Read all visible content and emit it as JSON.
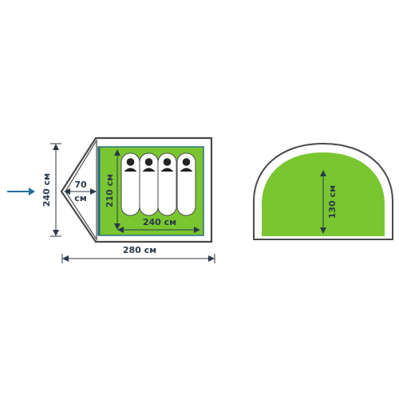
{
  "floor_plan": {
    "total_length": "280 см",
    "total_width": "240 см",
    "vestibule_depth": "70",
    "vestibule_unit": "см",
    "inner_length": "240 см",
    "inner_width": "210 см",
    "sleeping_places": 4
  },
  "front_view": {
    "height": "130 см"
  },
  "colors": {
    "tent_green": "#79c631",
    "outline": "#4a4a4a",
    "inner_border": "#2e6f85",
    "entry_arrow": "#1f6f9a",
    "dimension_ink": "#2b3a4a"
  },
  "icons": {
    "entry_arrow": "arrow-right-icon",
    "sleeping_bag": "sleeping-bag-icon"
  }
}
